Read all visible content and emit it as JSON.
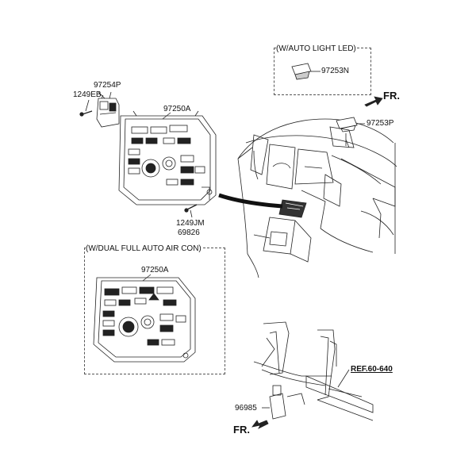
{
  "boxes": {
    "auto_light": {
      "title": "(W/AUTO LIGHT  LED)"
    },
    "dual_air": {
      "title": "(W/DUAL FULL AUTO AIR CON)"
    }
  },
  "labels": {
    "p97253n": "97253N",
    "p97253p": "97253P",
    "p97254p": "97254P",
    "p1249eb": "1249EB",
    "p97250a_top": "97250A",
    "p1249jm": "1249JM",
    "p69826": "69826",
    "p97250a_bottom": "97250A",
    "ref": "REF.60-640",
    "p96985": "96985",
    "fr_top": "FR.",
    "fr_bottom": "FR."
  }
}
